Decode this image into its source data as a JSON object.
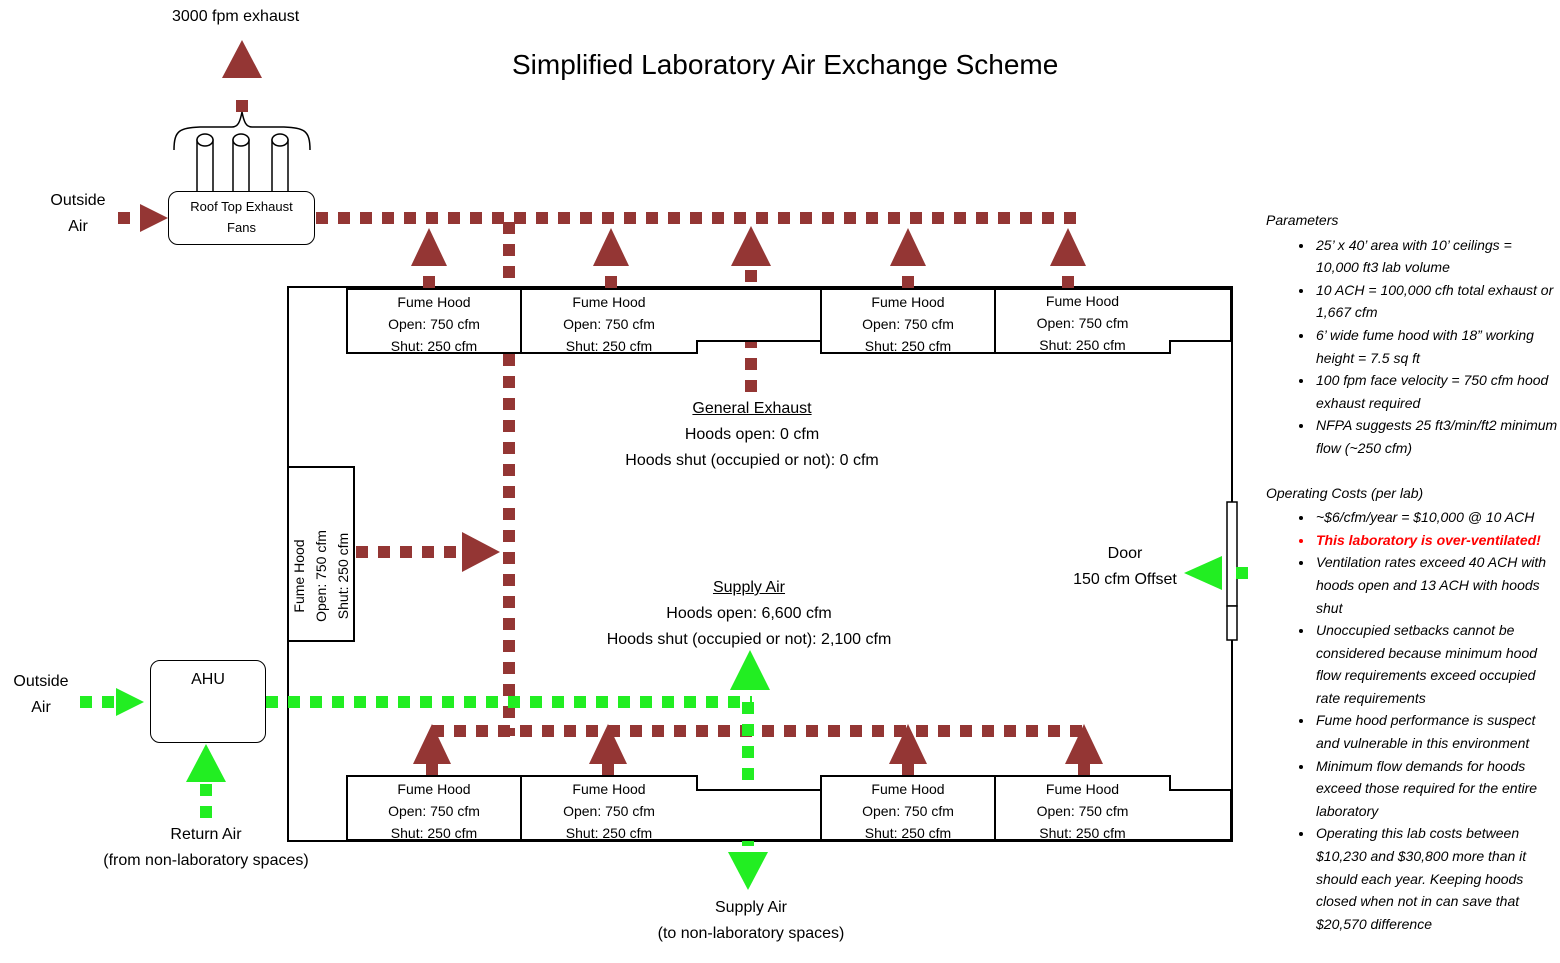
{
  "diagram": {
    "title": "Simplified Laboratory Air Exchange Scheme",
    "exhaust_top_label": "3000 fpm exhaust",
    "outside_air_top": [
      "Outside",
      "Air"
    ],
    "roof_fans": [
      "Roof Top Exhaust",
      "Fans"
    ],
    "fume_hood": {
      "name": "Fume Hood",
      "open": "Open: 750 cfm",
      "shut": "Shut: 250 cfm"
    },
    "general_exhaust": {
      "heading": "General Exhaust",
      "line1": "Hoods open:  0 cfm",
      "line2": "Hoods shut (occupied or not):  0 cfm"
    },
    "supply_air_center": {
      "heading": "Supply Air",
      "line1": "Hoods open: 6,600 cfm",
      "line2": "Hoods shut (occupied or not): 2,100 cfm"
    },
    "door": [
      "Door",
      "150 cfm Offset"
    ],
    "outside_air_bottom": [
      "Outside",
      "Air"
    ],
    "ahu": "AHU",
    "return_air": [
      "Return Air",
      "(from non-laboratory spaces)"
    ],
    "supply_air_bottom": [
      "Supply Air",
      "(to non-laboratory spaces)"
    ],
    "colors": {
      "exhaust": "#943634",
      "supply": "#22ee22",
      "alert": "#ff0000"
    }
  },
  "parameters": {
    "heading": "Parameters",
    "items": [
      "25’ x 40’ area with 10’ ceilings = 10,000 ft3 lab volume",
      "10 ACH = 100,000 cfh total exhaust or 1,667 cfm",
      "6’ wide fume hood with 18” working height = 7.5 sq ft",
      "100 fpm face velocity = 750 cfm hood exhaust required",
      "NFPA suggests 25 ft3/min/ft2 minimum flow  (~250 cfm)"
    ]
  },
  "operating_costs": {
    "heading": "Operating Costs (per lab)",
    "items": [
      "~$6/cfm/year = $10,000 @ 10 ACH",
      "This laboratory is over-ventilated!",
      "Ventilation rates exceed 40 ACH with hoods open and 13 ACH with hoods shut",
      "Unoccupied setbacks cannot be considered because minimum hood flow requirements exceed occupied rate requirements",
      "Fume hood performance is suspect and vulnerable in this environment",
      "Minimum flow demands for hoods exceed those required for the entire laboratory",
      "Operating this lab costs between $10,230 and $30,800 more than it should each year. Keeping hoods closed when not in can save that $20,570 difference"
    ]
  }
}
